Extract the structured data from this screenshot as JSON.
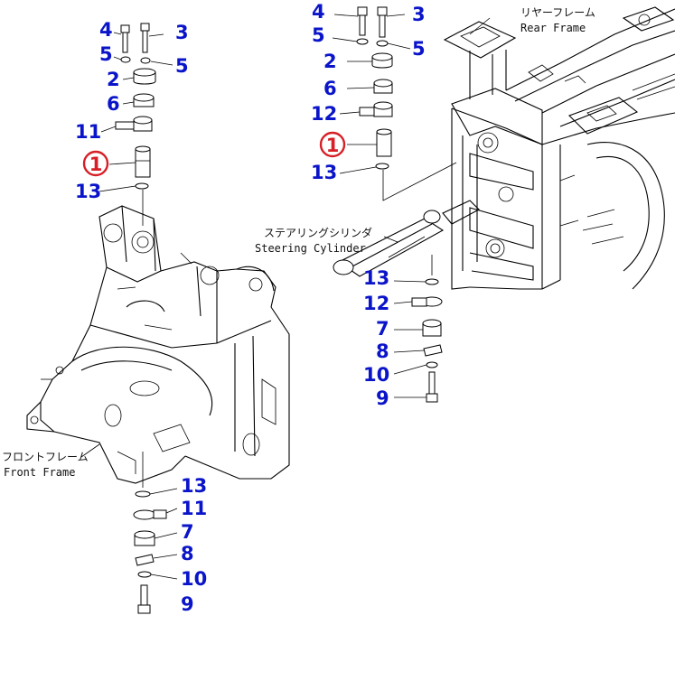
{
  "colors": {
    "callout_number": "#0a14c8",
    "highlight_circle": "#d61f26",
    "line_art": "#000000",
    "background": "#ffffff"
  },
  "left_assembly": {
    "top_labels": [
      "4",
      "3",
      "5",
      "5",
      "2",
      "6",
      "11",
      "1",
      "13"
    ],
    "bottom_labels": [
      "13",
      "11",
      "7",
      "8",
      "10",
      "9"
    ]
  },
  "center_assembly": {
    "top_labels": [
      "4",
      "3",
      "5",
      "5",
      "2",
      "6",
      "12",
      "1",
      "13"
    ],
    "bottom_labels": [
      "13",
      "12",
      "7",
      "8",
      "10",
      "9"
    ]
  },
  "frame_labels": {
    "rear_frame_jp": "リヤーフレーム",
    "rear_frame_en": "Rear Frame",
    "front_frame_jp": "フロントフレーム",
    "front_frame_en": "Front Frame",
    "steering_cylinder_jp": "ステアリングシリンダ",
    "steering_cylinder_en": "Steering Cylinder"
  },
  "highlighted_part": "1"
}
